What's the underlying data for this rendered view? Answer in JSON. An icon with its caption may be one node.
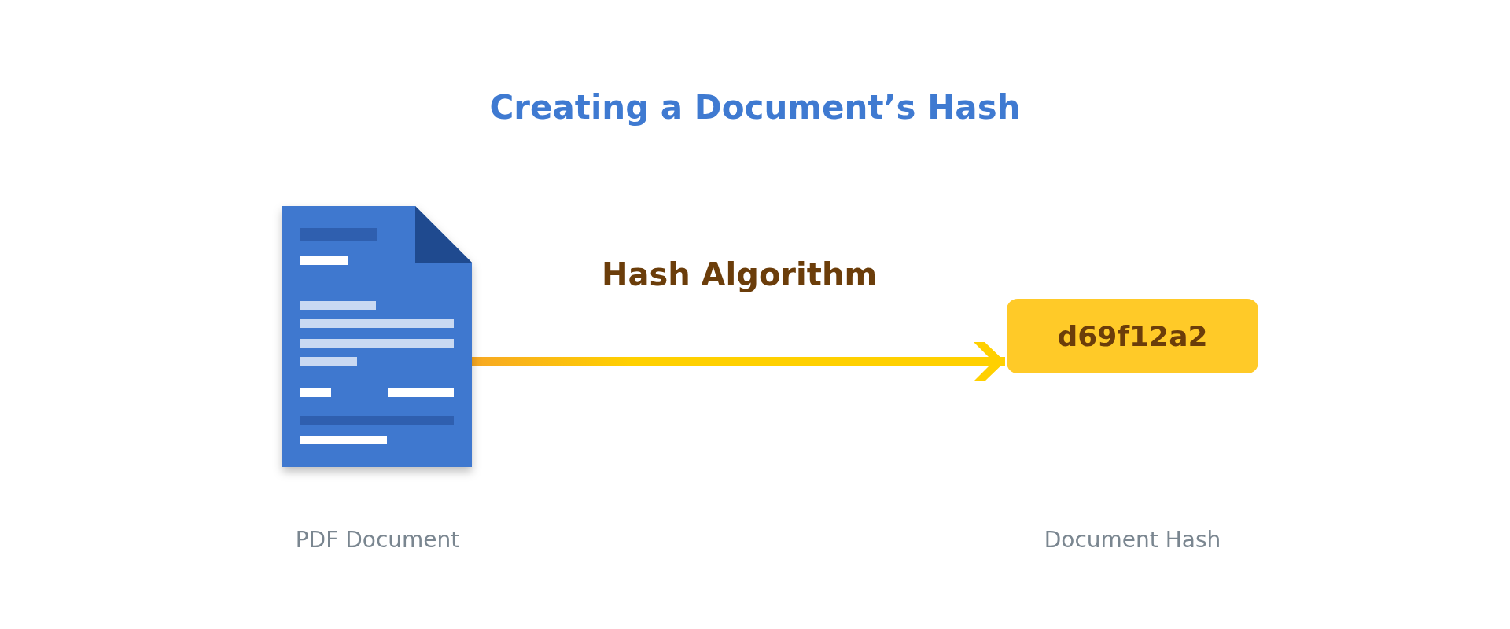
{
  "diagram": {
    "title": "Creating a Document’s Hash",
    "nodes": [
      {
        "text": [],
        "shape": "picture"
      },
      {
        "text": [
          "d69f12a2"
        ]
      }
    ],
    "edges": [
      {
        "from": 0,
        "to": 1,
        "arrow": "to",
        "label": "Hash Algorithm"
      }
    ],
    "labels": [
      "PDF Document",
      "Document Hash"
    ]
  }
}
